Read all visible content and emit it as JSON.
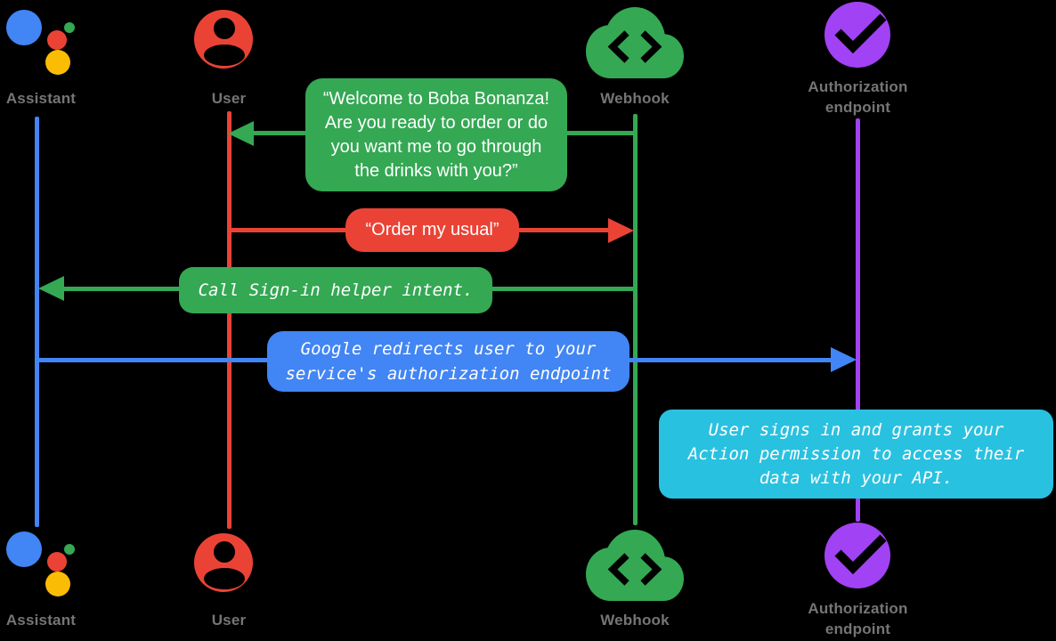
{
  "colors": {
    "background": "#000000",
    "google-blue": "#4285F4",
    "google-red": "#EA4335",
    "google-yellow": "#FBBC04",
    "google-green": "#34A853",
    "purple": "#A142F4",
    "cyan": "#29C1E0",
    "label-gray": "#757575",
    "bubble-text": "#FFFFFF"
  },
  "actors": [
    {
      "id": "assistant",
      "label": "Assistant"
    },
    {
      "id": "user",
      "label": "User"
    },
    {
      "id": "webhook",
      "label": "Webhook"
    },
    {
      "id": "authorization-endpoint",
      "label_lines": [
        "Authorization",
        "endpoint"
      ]
    }
  ],
  "messages": [
    {
      "from": "webhook",
      "to": "user",
      "kind": "speech",
      "lines": [
        "“Welcome to Boba Bonanza!",
        "Are you ready to order or do",
        "you want me to go through",
        "the drinks with you?”"
      ]
    },
    {
      "from": "user",
      "to": "webhook",
      "kind": "speech",
      "lines": [
        "“Order my usual”"
      ]
    },
    {
      "from": "webhook",
      "to": "assistant",
      "kind": "code",
      "lines": [
        "Call Sign-in helper intent."
      ]
    },
    {
      "from": "assistant",
      "to": "authorization-endpoint",
      "kind": "code",
      "lines": [
        "Google redirects user to your",
        "service's authorization endpoint"
      ]
    },
    {
      "note_over": "authorization-endpoint",
      "kind": "code",
      "lines": [
        "User signs in and grants your",
        "Action permission to access their",
        "data with your API."
      ]
    }
  ]
}
